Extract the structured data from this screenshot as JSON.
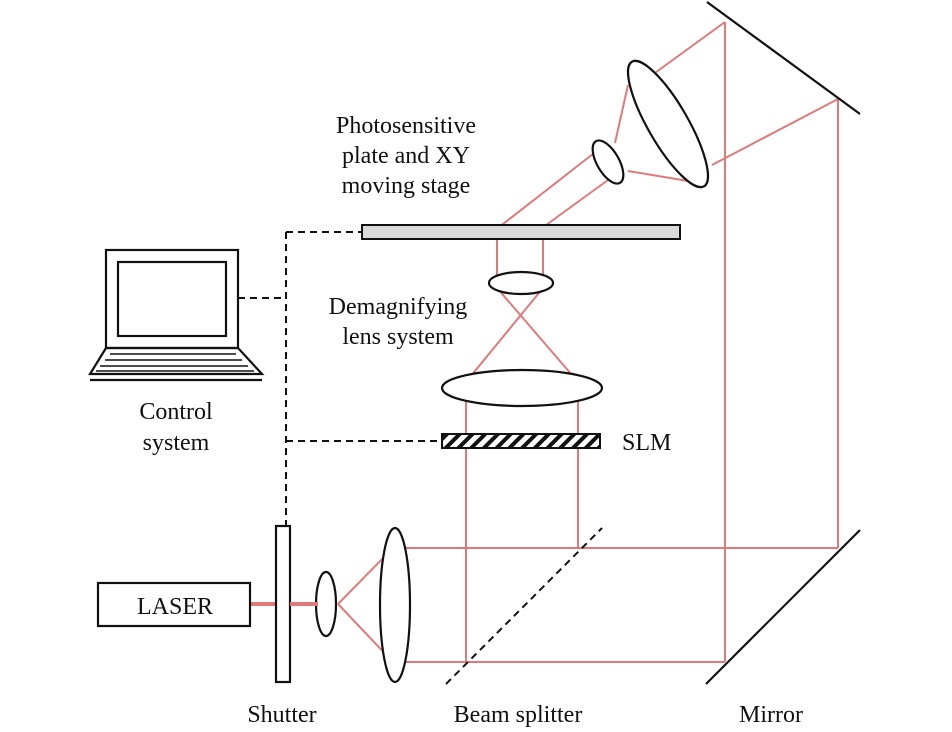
{
  "labels": {
    "plate": [
      "Photosensitive",
      "plate and XY",
      "moving stage"
    ],
    "lens_system": [
      "Demagnifying",
      "lens system"
    ],
    "control": [
      "Control",
      "system"
    ],
    "slm": "SLM",
    "laser": "LASER",
    "shutter": "Shutter",
    "beam_splitter": "Beam splitter",
    "mirror": "Mirror"
  },
  "colors": {
    "beam": "#e07a7a",
    "ink": "#111111",
    "plate_fill": "#d9d9d9"
  }
}
